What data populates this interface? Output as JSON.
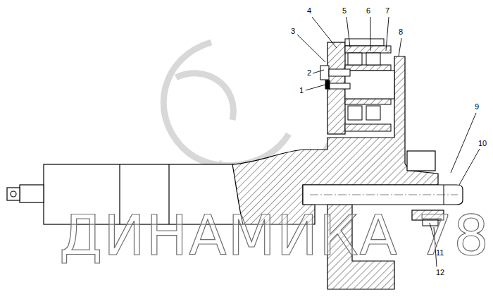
{
  "diagram": {
    "labels": [
      "1",
      "2",
      "3",
      "4",
      "5",
      "6",
      "7",
      "8",
      "9",
      "10",
      "11",
      "12",
      "ДИНАМИКА 78"
    ]
  }
}
